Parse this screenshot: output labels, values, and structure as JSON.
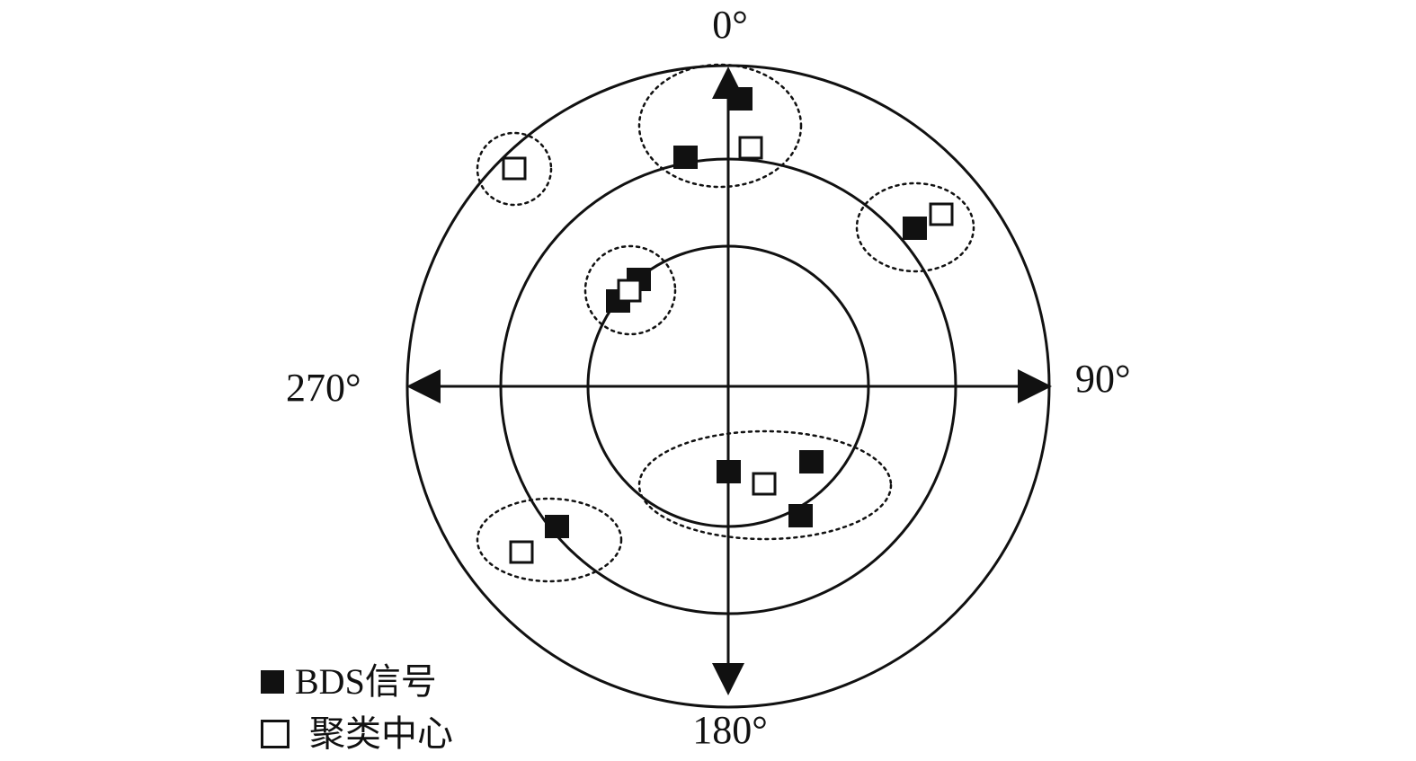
{
  "diagram": {
    "axis_labels": {
      "north": "0°",
      "east": "90°",
      "south": "180°",
      "west": "270°"
    },
    "legend": {
      "signal_label": "BDS信号",
      "center_label": "聚类中心"
    },
    "colors": {
      "ink": "#111111",
      "background": "#ffffff"
    }
  }
}
